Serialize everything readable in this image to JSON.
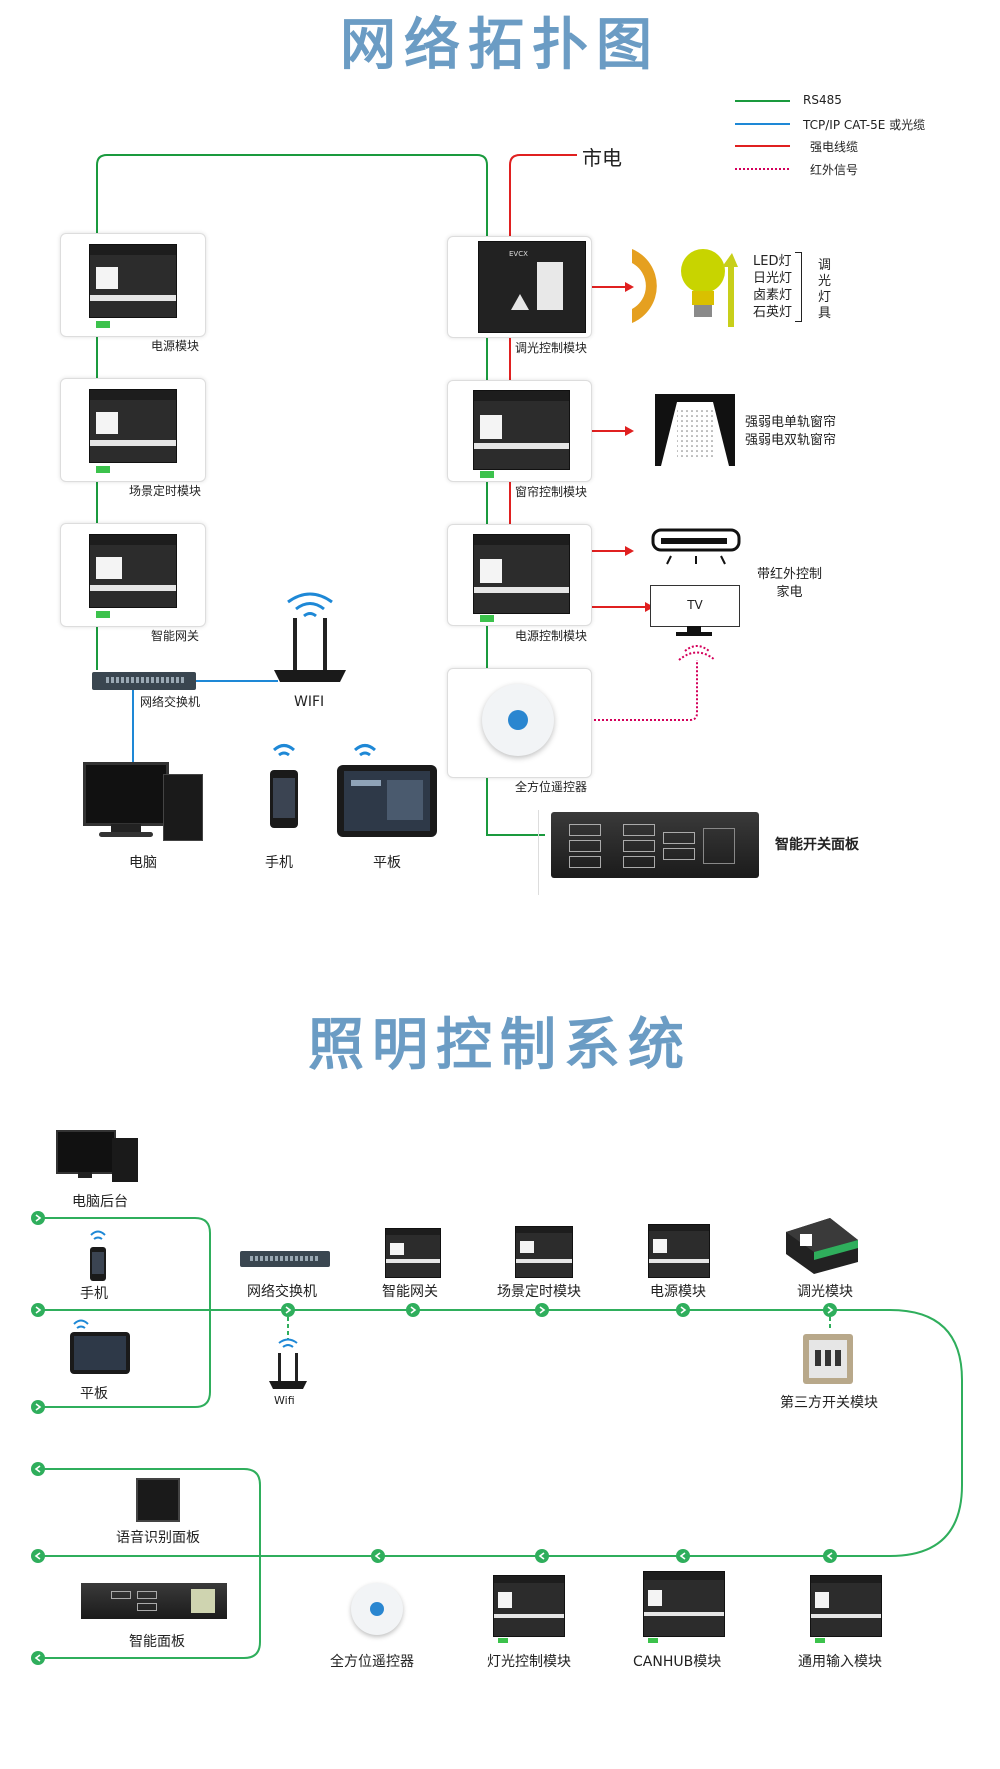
{
  "section1": {
    "title": "网络拓扑图",
    "legend": [
      {
        "label": "RS485",
        "color": "#1a9a3e",
        "style": "solid"
      },
      {
        "label": "TCP/IP  CAT-5E 或光缆",
        "color": "#1e88d6",
        "style": "solid"
      },
      {
        "label": "强电线缆",
        "color": "#e02020",
        "style": "solid"
      },
      {
        "label": "红外信号",
        "color": "#d4005a",
        "style": "dotted"
      }
    ],
    "mains_label": "市电",
    "left_modules": [
      "电源模块",
      "场景定时模块",
      "智能网关"
    ],
    "right_modules": [
      "调光控制模块",
      "窗帘控制模块",
      "电源控制模块",
      "全方位遥控器"
    ],
    "switch_label": "网络交换机",
    "wifi_label": "WIFI",
    "devices": [
      "电脑",
      "手机",
      "平板"
    ],
    "lamp_types": [
      "LED灯",
      "日光灯",
      "卤素灯",
      "石英灯"
    ],
    "dimmable_label": "调光灯具",
    "curtain_lines": [
      "强弱电单轨窗帘",
      "强弱电双轨窗帘"
    ],
    "appliance_lines": [
      "带红外控制",
      "家电"
    ],
    "tv_label": "TV",
    "panel_label": "智能开关面板",
    "module_brand": "EVCX"
  },
  "section2": {
    "title": "照明控制系统",
    "left_top": [
      "电脑后台",
      "手机",
      "平板"
    ],
    "bus_row1": [
      "网络交换机",
      "智能网关",
      "场景定时模块",
      "电源模块",
      "调光模块"
    ],
    "wifi_label": "Wifi",
    "third_party": "第三方开关模块",
    "left_bottom": [
      "语音识别面板",
      "智能面板"
    ],
    "bus_row2": [
      "全方位遥控器",
      "灯光控制模块",
      "CANHUB模块",
      "通用输入模块"
    ]
  },
  "colors": {
    "rs485": "#1a9a3e",
    "tcpip": "#1e88d6",
    "power": "#e02020",
    "ir": "#d4005a",
    "title": "#6b9cc4",
    "bus": "#2fae5c"
  }
}
